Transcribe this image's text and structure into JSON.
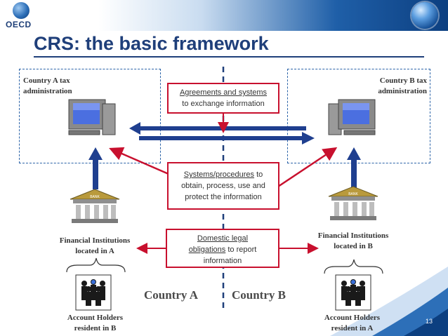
{
  "header": {
    "logo_text": "OECD",
    "title": "CRS: the basic framework",
    "page_number": "13"
  },
  "country_a": {
    "admin_label_line1": "Country A tax",
    "admin_label_line2": "administration",
    "fi_label_line1": "Financial Institutions",
    "fi_label_line2": "located in A",
    "holders_label_line1": "Account Holders",
    "holders_label_line2": "resident in B",
    "country_label": "Country A"
  },
  "country_b": {
    "admin_label_line1": "Country B tax",
    "admin_label_line2": "administration",
    "fi_label_line1": "Financial Institutions",
    "fi_label_line2": "located in B",
    "holders_label_line1": "Account Holders",
    "holders_label_line2": "resident in A",
    "country_label": "Country B"
  },
  "boxes": {
    "agreements_line1": "Agreements and systems",
    "agreements_line2": "to exchange information",
    "systems_line1_u": "Systems/procedures",
    "systems_line1_rest": " to",
    "systems_line2": "obtain, process, use and",
    "systems_line3": "protect the information",
    "domestic_line1": "Domestic legal",
    "domestic_line2_u": "obligations",
    "domestic_line2_rest": " to report",
    "domestic_line3": "information"
  },
  "bank_sign": "BANK",
  "colors": {
    "blue_arrow": "#1f3f8f",
    "red_arrow": "#c8102e",
    "title_blue": "#1f3f7a"
  }
}
